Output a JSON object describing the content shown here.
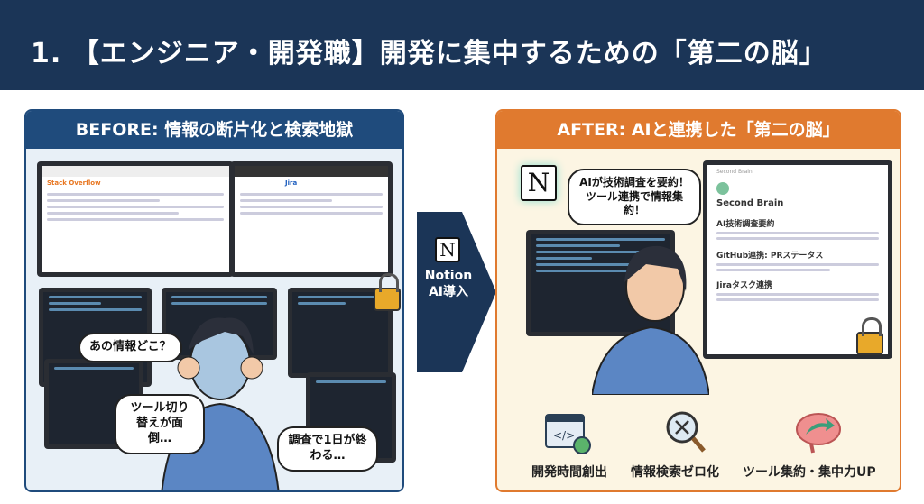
{
  "header": {
    "title": "1. 【エンジニア・開発職】開発に集中するための「第二の脳」"
  },
  "before": {
    "title": "BEFORE: 情報の断片化と検索地獄",
    "screen_browser_title": "Stack Overflow",
    "screen_jira_title": "Jira",
    "bubbles": [
      "あの情報どこ？",
      "ツール切り替えが面倒…",
      "調査で1日が終わる…"
    ]
  },
  "arrow": {
    "label": "Notion AI導入",
    "logo": "N"
  },
  "after": {
    "title": "AFTER: AIと連携した「第二の脳」",
    "bubble": "AIが技術調査を要約！ツール連携で情報集約！",
    "notion_page": {
      "breadcrumb": "Second Brain",
      "title": "Second Brain",
      "sections": [
        "AI技術調査要約",
        "GitHub連携: PRステータス",
        "Jiraタスク連携"
      ]
    },
    "benefits": [
      {
        "label": "開発時間創出",
        "icon": "code-clock-icon"
      },
      {
        "label": "情報検索ゼロ化",
        "icon": "search-x-icon"
      },
      {
        "label": "ツール集約・集中力UP",
        "icon": "brain-arrow-icon"
      }
    ]
  },
  "colors": {
    "header": "#1b3557",
    "before": "#1f4b7c",
    "after": "#e07a2f",
    "after_bg": "#fcf5e3",
    "before_bg": "#e8f0f7"
  }
}
